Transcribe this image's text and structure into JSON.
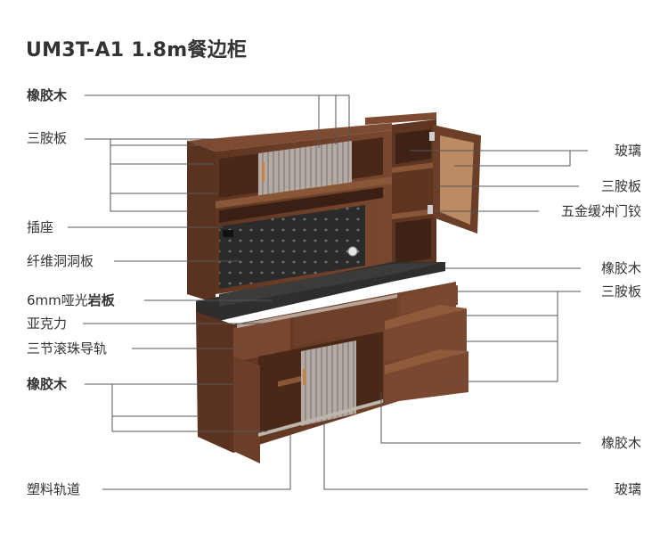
{
  "title": "UM3T-A1 1.8m餐边柜",
  "labels": {
    "left": [
      {
        "text": "橡胶木",
        "bold": true
      },
      {
        "text": "三胺板",
        "bold": false
      },
      {
        "text": "插座",
        "bold": false
      },
      {
        "text": "纤维洞洞板",
        "bold": false
      },
      {
        "text_normal": "6mm哑光",
        "text_bold": "岩板"
      },
      {
        "text": "亚克力",
        "bold": false
      },
      {
        "text": "三节滚珠导轨",
        "bold": false
      },
      {
        "text": "橡胶木",
        "bold": true
      },
      {
        "text": "塑料轨道",
        "bold": false
      }
    ],
    "right": [
      {
        "text": "玻璃"
      },
      {
        "text": "三胺板"
      },
      {
        "text": "五金缓冲门铰"
      },
      {
        "text": "橡胶木"
      },
      {
        "text": "三胺板"
      },
      {
        "text": "橡胶木"
      },
      {
        "text": "玻璃"
      }
    ]
  },
  "colors": {
    "wood": "#6b3e28",
    "wood_dark": "#4a2a1a",
    "wood_light": "#8a5638",
    "stone": "#2f2e2c",
    "pegboard": "#2b2b2b",
    "glass": "#b9b6b0",
    "line": "#555555"
  }
}
